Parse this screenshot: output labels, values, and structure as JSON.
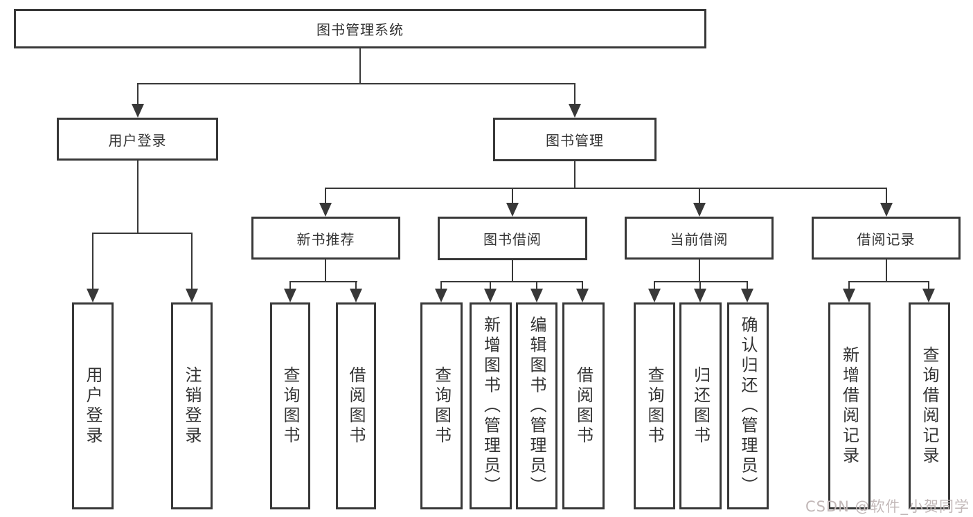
{
  "colors": {
    "line": "#383838",
    "text": "#333333",
    "watermark": "#c2b8b8",
    "background": "#ffffff"
  },
  "tree": {
    "root": {
      "label": "图书管理系统"
    },
    "branches": [
      {
        "label": "用户登录",
        "children": [
          {
            "label": "用户登录"
          },
          {
            "label": "注销登录"
          }
        ]
      },
      {
        "label": "图书管理",
        "children": [
          {
            "label": "新书推荐",
            "children": [
              {
                "label": "查询图书"
              },
              {
                "label": "借阅图书"
              }
            ]
          },
          {
            "label": "图书借阅",
            "children": [
              {
                "label": "查询图书"
              },
              {
                "label": "新增图书（管理员）"
              },
              {
                "label": "编辑图书（管理员）"
              },
              {
                "label": "借阅图书"
              }
            ]
          },
          {
            "label": "当前借阅",
            "children": [
              {
                "label": "查询图书"
              },
              {
                "label": "归还图书"
              },
              {
                "label": "确认归还（管理员）"
              }
            ]
          },
          {
            "label": "借阅记录",
            "children": [
              {
                "label": "新增借阅记录"
              },
              {
                "label": "查询借阅记录"
              }
            ]
          }
        ]
      }
    ]
  },
  "watermark": {
    "text": "CSDN @软件_小贺同学"
  }
}
